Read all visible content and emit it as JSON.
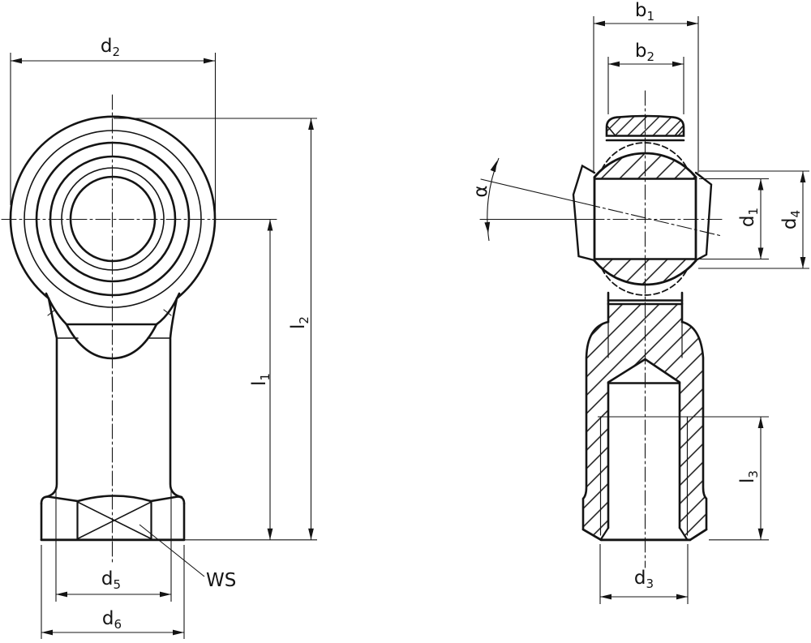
{
  "drawing": {
    "type": "technical-drawing",
    "subject": "rod end spherical bearing, two views (front view and section view)",
    "colors": {
      "line": "#141414",
      "background": "#ffffff"
    },
    "views": {
      "front_view": "rod end with female thread, nut flats marked with cross",
      "section_view": "hatched longitudinal section with spherical bearing and internal thread"
    },
    "labels": {
      "d2": {
        "main": "d",
        "sub": "2"
      },
      "b1": {
        "main": "b",
        "sub": "1"
      },
      "b2": {
        "main": "b",
        "sub": "2"
      },
      "alpha": {
        "main": "α",
        "sub": ""
      },
      "d1": {
        "main": "d",
        "sub": "1"
      },
      "d4": {
        "main": "d",
        "sub": "4"
      },
      "l1": {
        "main": "l",
        "sub": "1"
      },
      "l2": {
        "main": "l",
        "sub": "2"
      },
      "l3": {
        "main": "l",
        "sub": "3"
      },
      "d5": {
        "main": "d",
        "sub": "5"
      },
      "ws": {
        "main": "WS",
        "sub": ""
      },
      "d6": {
        "main": "d",
        "sub": "6"
      },
      "d3": {
        "main": "d",
        "sub": "3"
      }
    }
  }
}
